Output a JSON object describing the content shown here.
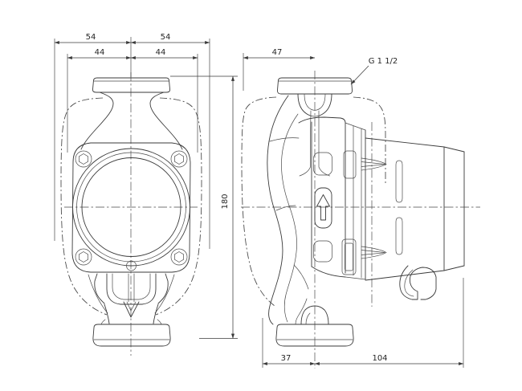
{
  "drawing": {
    "kind": "pump-dimensional-drawing",
    "background_color": "#ffffff",
    "line_color": "#3a3a3a",
    "views": {
      "front_view": "front-projection-with-port-axis-vertical",
      "side_view": "side-profile-with-motor-to-the-right"
    },
    "dimensions": {
      "outer_half_width_left": "54",
      "outer_half_width_right": "54",
      "inner_half_width_left": "44",
      "inner_half_width_right": "44",
      "port_to_port_height": "180",
      "side_top_offset": "47",
      "thread_callout": "G 1 1/2",
      "rear_offset": "37",
      "body_length": "104"
    }
  }
}
